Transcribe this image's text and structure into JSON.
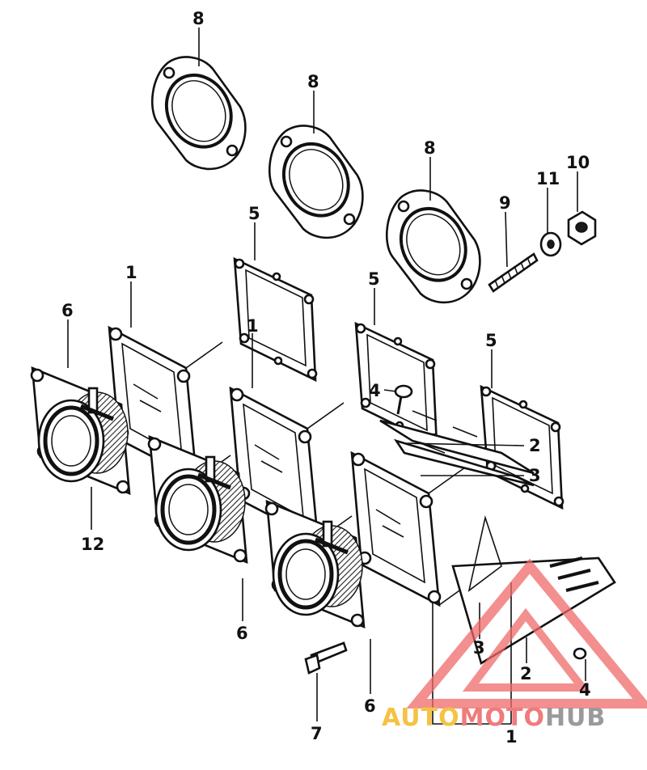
{
  "diagram": {
    "callouts": [
      {
        "id": "c8a",
        "label": "8"
      },
      {
        "id": "c8b",
        "label": "8"
      },
      {
        "id": "c8c",
        "label": "8"
      },
      {
        "id": "c10",
        "label": "10"
      },
      {
        "id": "c11",
        "label": "11"
      },
      {
        "id": "c9",
        "label": "9"
      },
      {
        "id": "c5a",
        "label": "5"
      },
      {
        "id": "c5b",
        "label": "5"
      },
      {
        "id": "c5c",
        "label": "5"
      },
      {
        "id": "c1a",
        "label": "1"
      },
      {
        "id": "c1b",
        "label": "1"
      },
      {
        "id": "c6a",
        "label": "6"
      },
      {
        "id": "c4a",
        "label": "4"
      },
      {
        "id": "c2a",
        "label": "2"
      },
      {
        "id": "c3a",
        "label": "3"
      },
      {
        "id": "c12",
        "label": "12"
      },
      {
        "id": "c6b",
        "label": "6"
      },
      {
        "id": "c3b",
        "label": "3"
      },
      {
        "id": "c2b",
        "label": "2"
      },
      {
        "id": "c4b",
        "label": "4"
      },
      {
        "id": "c6c",
        "label": "6"
      },
      {
        "id": "c7",
        "label": "7"
      },
      {
        "id": "c1c",
        "label": "1"
      }
    ]
  },
  "watermark": {
    "part1": "AUTO",
    "part2": "MOTO",
    "part3": "HUB",
    "colors": {
      "auto": "#f5c244",
      "moto": "#ef7b7b",
      "hub": "#9a9a9a",
      "triangle": "#ef6a6a"
    }
  }
}
